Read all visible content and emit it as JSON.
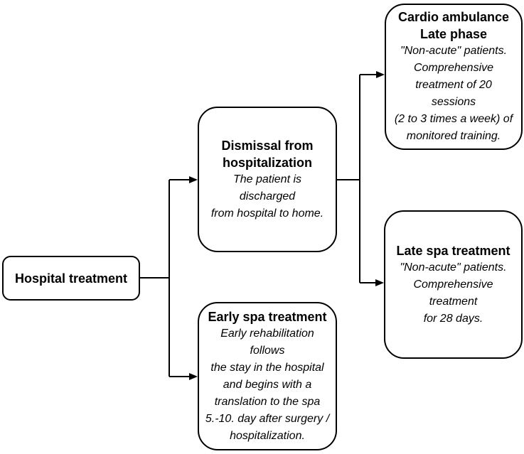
{
  "diagram": {
    "background_color": "#ffffff",
    "line_color": "#000000",
    "text_color": "#000000",
    "nodes": [
      {
        "id": "hospital-treatment",
        "title": [
          "Hospital treatment"
        ],
        "body": []
      },
      {
        "id": "dismissal-from-hospitalization",
        "title": [
          "Dismissal from",
          "hospitalization"
        ],
        "body": [
          "The patient is discharged",
          "from hospital to home."
        ]
      },
      {
        "id": "early-spa-treatment",
        "title": [
          "Early spa treatment"
        ],
        "body": [
          "Early rehabilitation follows",
          "the stay in the hospital",
          "and begins with a",
          "translation to the spa",
          "5.-10. day after surgery /",
          "hospitalization."
        ]
      },
      {
        "id": "cardio-ambulance-late-phase",
        "title": [
          "Cardio ambulance",
          "Late phase"
        ],
        "body": [
          "\"Non-acute\" patients.",
          "Comprehensive",
          "treatment of 20 sessions",
          "(2 to 3 times a week) of",
          "monitored training."
        ]
      },
      {
        "id": "late-spa-treatment",
        "title": [
          "Late spa treatment"
        ],
        "body": [
          "\"Non-acute\" patients.",
          "Comprehensive treatment",
          "for 28 days."
        ]
      }
    ],
    "edges": [
      {
        "from": "hospital-treatment",
        "to": "dismissal-from-hospitalization"
      },
      {
        "from": "hospital-treatment",
        "to": "early-spa-treatment"
      },
      {
        "from": "dismissal-from-hospitalization",
        "to": "cardio-ambulance-late-phase"
      },
      {
        "from": "dismissal-from-hospitalization",
        "to": "late-spa-treatment"
      }
    ]
  }
}
